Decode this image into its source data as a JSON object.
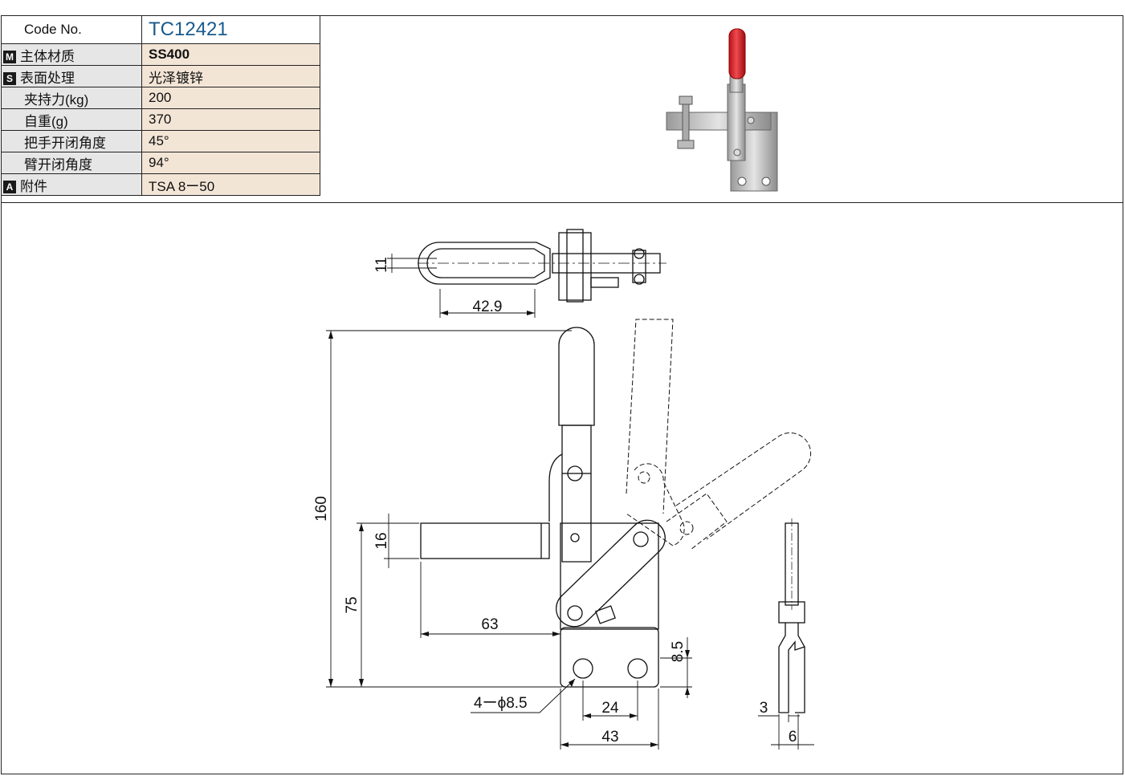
{
  "spec": {
    "code_label": "Code No.",
    "code_value": "TC12421",
    "rows": [
      {
        "badge": "M",
        "label": "主体材质",
        "value": "SS400"
      },
      {
        "badge": "S",
        "label": "表面处理",
        "value": "光泽镀锌"
      },
      {
        "badge": "",
        "label": "夹持力(kg)",
        "value": "200"
      },
      {
        "badge": "",
        "label": "自重(g)",
        "value": "370"
      },
      {
        "badge": "",
        "label": "把手开闭角度",
        "value": "45°"
      },
      {
        "badge": "",
        "label": "臂开闭角度",
        "value": "94°"
      },
      {
        "badge": "A",
        "label": "附件",
        "value": "TSA 8ー50"
      }
    ]
  },
  "dimensions": {
    "d11": "11",
    "d42_9": "42.9",
    "d160": "160",
    "d16": "16",
    "d75": "75",
    "d63": "63",
    "d8_5": "8.5",
    "holes": "4ーϕ8.5",
    "d24": "24",
    "d43": "43",
    "d3": "3",
    "d6": "6"
  }
}
